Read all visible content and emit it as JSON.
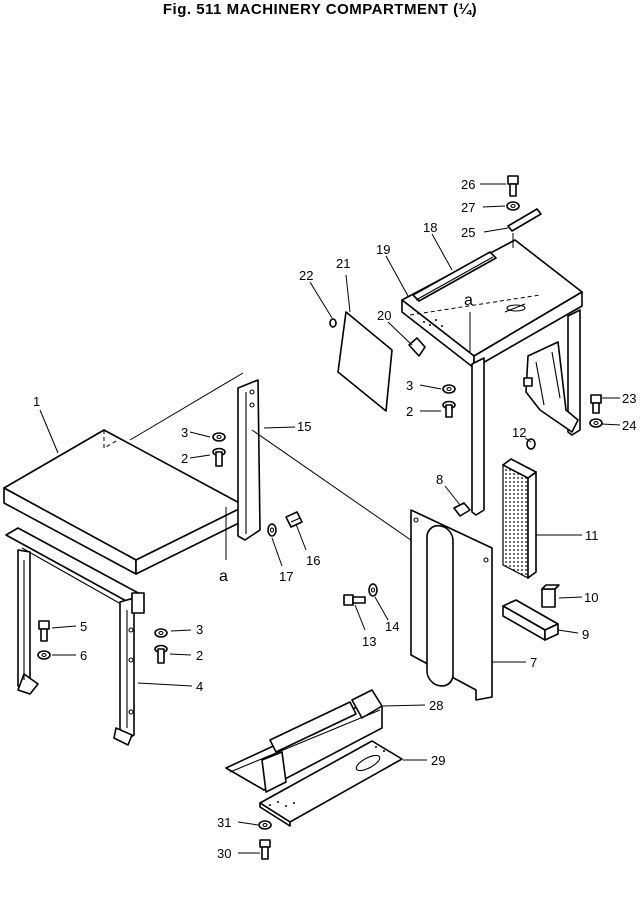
{
  "title": "Fig. 511   MACHINERY COMPARTMENT (¼)",
  "callouts": {
    "p1": "1",
    "p2a": "2",
    "p2b": "2",
    "p2c": "2",
    "p3a": "3",
    "p3b": "3",
    "p3c": "3",
    "p4": "4",
    "p5": "5",
    "p6": "6",
    "p7": "7",
    "p8": "8",
    "p9": "9",
    "p10": "10",
    "p11": "11",
    "p12": "12",
    "p13": "13",
    "p14": "14",
    "p15": "15",
    "p16": "16",
    "p17": "17",
    "p18": "18",
    "p19": "19",
    "p20": "20",
    "p21": "21",
    "p22": "22",
    "p23": "23",
    "p24": "24",
    "p25": "25",
    "p26": "26",
    "p27": "27",
    "p28": "28",
    "p29": "29",
    "p30": "30",
    "p31": "31"
  },
  "refs": {
    "a_left": "a",
    "a_right": "a"
  }
}
